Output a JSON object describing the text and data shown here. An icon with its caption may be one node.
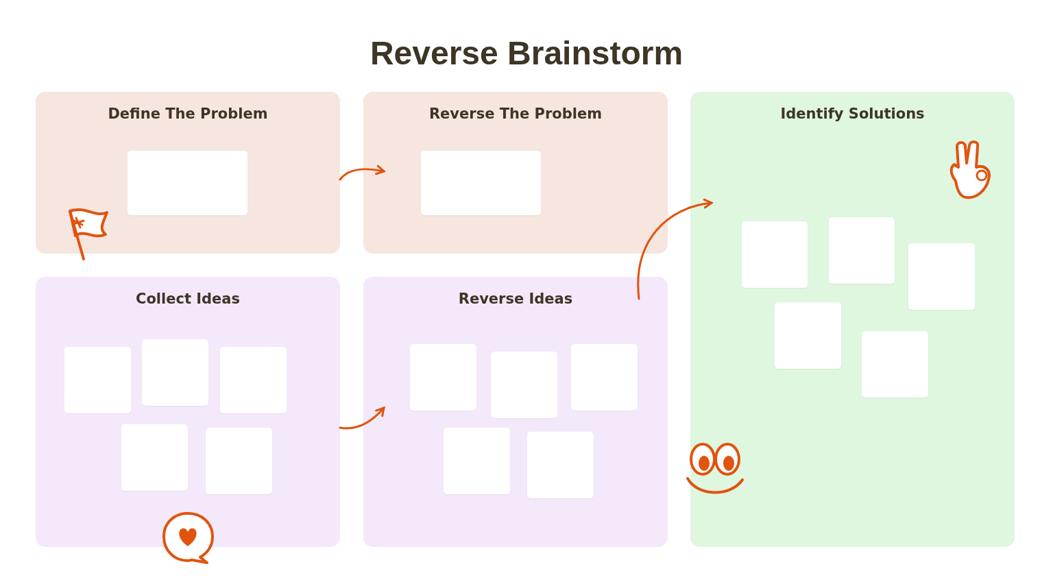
{
  "diagram": {
    "title": "Reverse Brainstorm",
    "nodes": [
      {
        "text": [
          "Define The Problem"
        ]
      },
      {
        "text": [],
        "shape": "box",
        "in": 0
      },
      {
        "text": [
          "Reverse The Problem"
        ]
      },
      {
        "text": [],
        "shape": "box",
        "in": 2
      },
      {
        "text": [
          "Identify Solutions"
        ]
      },
      {
        "text": [],
        "shape": "box",
        "in": 4
      },
      {
        "text": [],
        "shape": "box",
        "in": 4
      },
      {
        "text": [],
        "shape": "box",
        "in": 4
      },
      {
        "text": [],
        "shape": "box",
        "in": 4
      },
      {
        "text": [],
        "shape": "box",
        "in": 4
      },
      {
        "text": [
          "Collect Ideas"
        ]
      },
      {
        "text": [],
        "shape": "box",
        "in": 10
      },
      {
        "text": [],
        "shape": "box",
        "in": 10
      },
      {
        "text": [],
        "shape": "box",
        "in": 10
      },
      {
        "text": [],
        "shape": "box",
        "in": 10
      },
      {
        "text": [],
        "shape": "box",
        "in": 10
      },
      {
        "text": [
          "Reverse Ideas"
        ]
      },
      {
        "text": [],
        "shape": "box",
        "in": 16
      },
      {
        "text": [],
        "shape": "box",
        "in": 16
      },
      {
        "text": [],
        "shape": "box",
        "in": 16
      },
      {
        "text": [],
        "shape": "box",
        "in": 16
      },
      {
        "text": [],
        "shape": "box",
        "in": 16
      }
    ],
    "edges": [
      {
        "from": 0,
        "to": 2,
        "arrow": "to"
      },
      {
        "from": 10,
        "to": 16,
        "arrow": "to"
      },
      {
        "from": 16,
        "to": 4,
        "arrow": "to"
      }
    ]
  }
}
